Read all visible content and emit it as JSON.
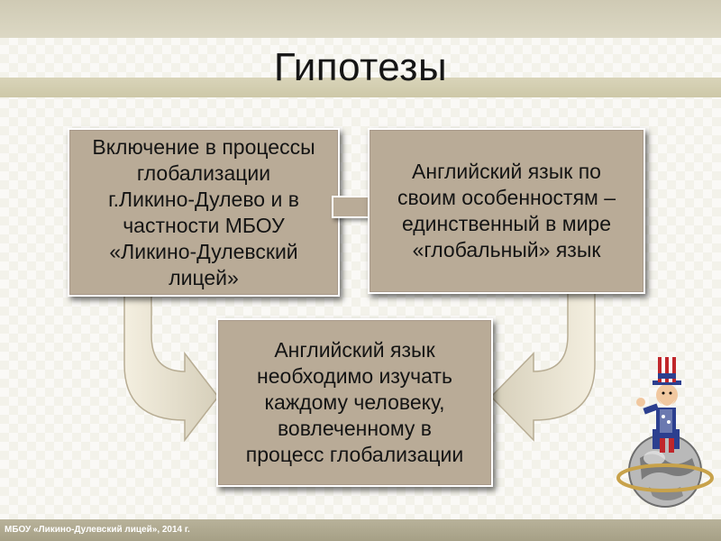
{
  "slide": {
    "title": "Гипотезы",
    "footer": "МБОУ «Ликино-Дулевский лицей», 2014 г."
  },
  "boxes": {
    "left": "Включение в процессы\nглобализации\nг.Ликино-Дулево и в\nчастности МБОУ\n«Ликино-Дулевский\nлицей»",
    "right": "Английский язык по\nсвоим особенностям –\nединственный в мире\n«глобальный» язык",
    "bottom": "Английский язык\nнеобходимо изучать\nкаждому человеку,\nвовлеченному в\nпроцесс глобализации"
  },
  "colors": {
    "box_fill": "#b9ab97",
    "arrow_fill": "#eae4d2",
    "band": "#d9d4b9"
  },
  "icons": [
    "uncle-sam-globe-icon"
  ]
}
